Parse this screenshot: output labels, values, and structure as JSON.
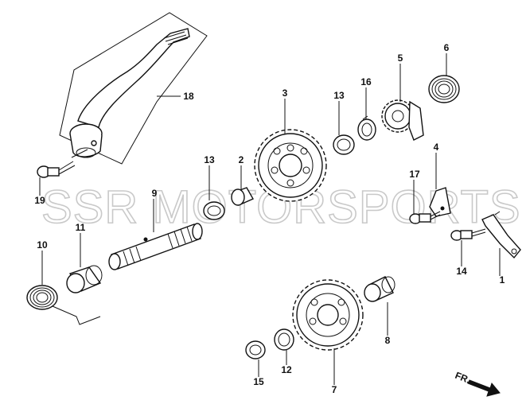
{
  "diagram": {
    "watermark": "SSR MOTORSPORTS",
    "direction_marker": "FR.",
    "callouts": [
      "1",
      "2",
      "3",
      "4",
      "5",
      "6",
      "7",
      "8",
      "9",
      "10",
      "11",
      "12",
      "13",
      "13",
      "14",
      "15",
      "16",
      "17",
      "18",
      "19"
    ]
  }
}
